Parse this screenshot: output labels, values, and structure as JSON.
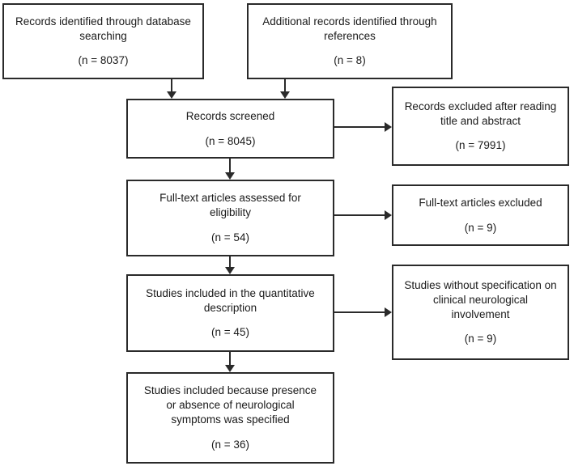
{
  "diagram": {
    "type": "prisma-flowchart",
    "background_color": "#ffffff",
    "box_border_color": "#2a2a2a",
    "text_color": "#1a1a1a",
    "boxes": [
      {
        "id": "identified-database",
        "label": "Records identified through database\nsearching",
        "count": "(n = 8037)"
      },
      {
        "id": "identified-references",
        "label": "Additional records identified through\nreferences",
        "count": "(n = 8)"
      },
      {
        "id": "records-screened",
        "label": "Records screened",
        "count": "(n = 8045)"
      },
      {
        "id": "records-excluded",
        "label": "Records excluded after reading\ntitle and abstract",
        "count": "(n = 7991)"
      },
      {
        "id": "fulltext-assessed",
        "label": "Full-text articles assessed for\neligibility",
        "count": "(n = 54)"
      },
      {
        "id": "fulltext-excluded",
        "label": "Full-text articles excluded",
        "count": "(n = 9)"
      },
      {
        "id": "included-quantitative",
        "label": "Studies included in the quantitative\ndescription",
        "count": "(n = 45)"
      },
      {
        "id": "without-specification",
        "label": "Studies without specification on\nclinical neurological\ninvolvement",
        "count": "(n = 9)"
      },
      {
        "id": "included-final",
        "label": "Studies included because presence\nor absence of neurological\nsymptoms was specified",
        "count": "(n = 36)"
      }
    ]
  }
}
